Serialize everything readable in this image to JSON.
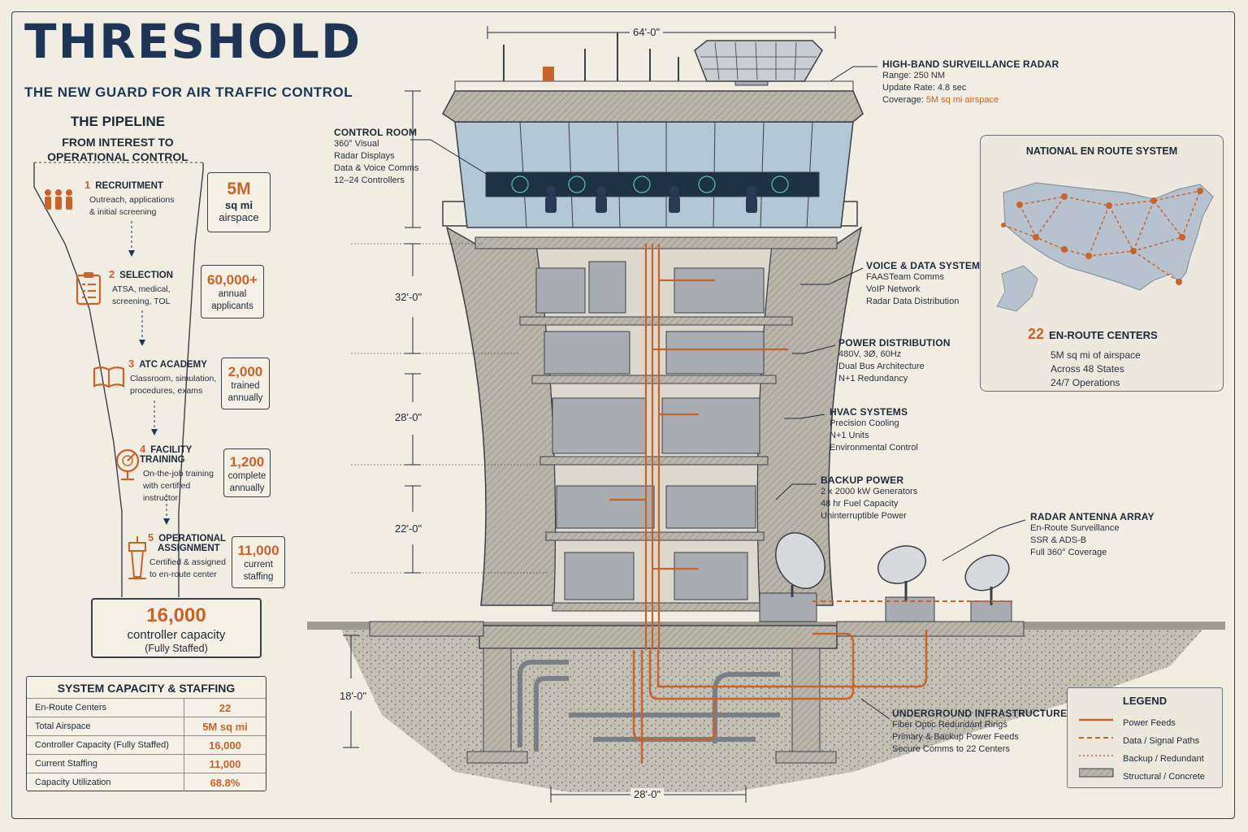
{
  "header": {
    "title": "THRESHOLD",
    "subtitle": "THE NEW GUARD FOR AIR TRAFFIC CONTROL"
  },
  "pipeline": {
    "heading": "THE PIPELINE",
    "subheading_1": "FROM INTEREST TO",
    "subheading_2": "OPERATIONAL CONTROL",
    "steps": [
      {
        "num": "1",
        "title": "RECRUITMENT",
        "desc": [
          "Outreach, applications",
          "& initial screening"
        ],
        "stat": "5M",
        "stat_lines": [
          "sq mi",
          "airspace"
        ]
      },
      {
        "num": "2",
        "title": "SELECTION",
        "desc": [
          "ATSA, medical,",
          "screening, TOL"
        ],
        "stat": "60,000+",
        "stat_lines": [
          "annual",
          "applicants"
        ]
      },
      {
        "num": "3",
        "title": "ATC ACADEMY",
        "desc": [
          "Classroom, simulation,",
          "procedures, exams"
        ],
        "stat": "2,000",
        "stat_lines": [
          "trained",
          "annually"
        ]
      },
      {
        "num": "4",
        "title": "FACILITY TRAINING",
        "desc": [
          "On-the-job training",
          "with certified",
          "instructor"
        ],
        "stat": "1,200",
        "stat_lines": [
          "complete",
          "annually"
        ]
      },
      {
        "num": "5",
        "title_1": "OPERATIONAL",
        "title_2": "ASSIGNMENT",
        "desc": [
          "Certified & assigned",
          "to en-route center"
        ],
        "stat": "11,000",
        "stat_lines": [
          "current",
          "staffing"
        ]
      }
    ],
    "capacity": {
      "value": "16,000",
      "line1": "controller capacity",
      "line2": "(Fully Staffed)"
    }
  },
  "capacity_table": {
    "title": "SYSTEM CAPACITY & STAFFING",
    "rows": [
      {
        "label": "En-Route Centers",
        "value": "22"
      },
      {
        "label": "Total Airspace",
        "value": "5M sq mi"
      },
      {
        "label": "Controller Capacity (Fully Staffed)",
        "value": "16,000"
      },
      {
        "label": "Current Staffing",
        "value": "11,000"
      },
      {
        "label": "Capacity Utilization",
        "value": "68.8%"
      }
    ]
  },
  "dimensions": {
    "top": "64'-0\"",
    "d1": "32'-0\"",
    "d2": "28'-0\"",
    "d3": "22'-0\"",
    "d4": "18'-0\"",
    "bottom": "28'-0\""
  },
  "callouts": {
    "radar": {
      "title": "HIGH-BAND SURVEILLANCE RADAR",
      "l1": "Range: 250 NM",
      "l2": "Update Rate: 4.8 sec",
      "l3_prefix": "Coverage: ",
      "l3_value": "5M sq mi airspace"
    },
    "control_room": {
      "title": "CONTROL ROOM",
      "lines": [
        "360° Visual",
        "Radar Displays",
        "Data & Voice Comms",
        "12–24 Controllers"
      ]
    },
    "voice": {
      "title": "VOICE & DATA SYSTEMS",
      "lines": [
        "FAASTeam Comms",
        "VoIP Network",
        "Radar Data Distribution"
      ]
    },
    "power": {
      "title": "POWER DISTRIBUTION",
      "lines": [
        "480V, 3Ø, 60Hz",
        "Dual Bus Architecture",
        "N+1 Redundancy"
      ]
    },
    "hvac": {
      "title": "HVAC SYSTEMS",
      "lines": [
        "Precision Cooling",
        "N+1 Units",
        "Environmental Control"
      ]
    },
    "backup": {
      "title": "BACKUP POWER",
      "lines": [
        "2 x 2000 kW Generators",
        "48 hr Fuel Capacity",
        "Uninterruptible Power"
      ]
    },
    "antenna": {
      "title": "RADAR ANTENNA ARRAY",
      "lines": [
        "En-Route Surveillance",
        "SSR & ADS-B",
        "Full 360° Coverage"
      ]
    },
    "underground": {
      "title": "UNDERGROUND INFRASTRUCTURE",
      "lines": [
        "Fiber Optic Redundant Rings",
        "Primary & Backup Power Feeds",
        "Secure Comms to 22 Centers"
      ]
    }
  },
  "national": {
    "title": "NATIONAL EN ROUTE SYSTEM",
    "count": "22",
    "count_label": "EN-ROUTE CENTERS",
    "lines": [
      "5M sq mi of airspace",
      "Across 48 States",
      "24/7 Operations"
    ]
  },
  "legend": {
    "title": "LEGEND",
    "items": [
      "Power Feeds",
      "Data / Signal Paths",
      "Backup / Redundant",
      "Structural / Concrete"
    ]
  },
  "colors": {
    "accent": "#c8632a",
    "navy": "#1f3556",
    "concrete": "#c9c6bd",
    "glass": "#8fb0c8"
  }
}
